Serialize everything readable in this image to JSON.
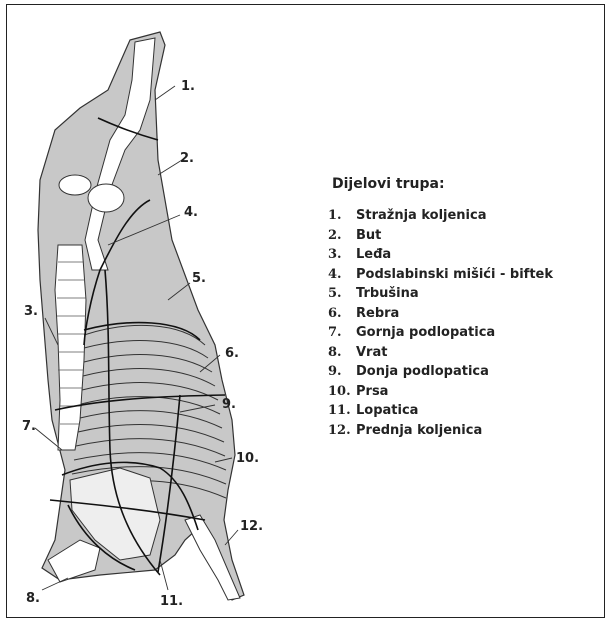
{
  "legend": {
    "title": "Dijelovi trupa:",
    "items": [
      {
        "num": "1.",
        "label": "Stražnja koljenica"
      },
      {
        "num": "2.",
        "label": "But"
      },
      {
        "num": "3.",
        "label": "Leđa"
      },
      {
        "num": "4.",
        "label": "Podslabinski mišići - biftek"
      },
      {
        "num": "5.",
        "label": "Trbušina"
      },
      {
        "num": "6.",
        "label": "Rebra"
      },
      {
        "num": "7.",
        "label": "Gornja podlopatica"
      },
      {
        "num": "8.",
        "label": "Vrat"
      },
      {
        "num": "9.",
        "label": "Donja podlopatica"
      },
      {
        "num": "10.",
        "label": "Prsa"
      },
      {
        "num": "11.",
        "label": "Lopatica"
      },
      {
        "num": "12.",
        "label": "Prednja koljenica"
      }
    ]
  },
  "callouts": [
    "1.",
    "2.",
    "3.",
    "4.",
    "5.",
    "6.",
    "7.",
    "8.",
    "9.",
    "10.",
    "11.",
    "12."
  ]
}
